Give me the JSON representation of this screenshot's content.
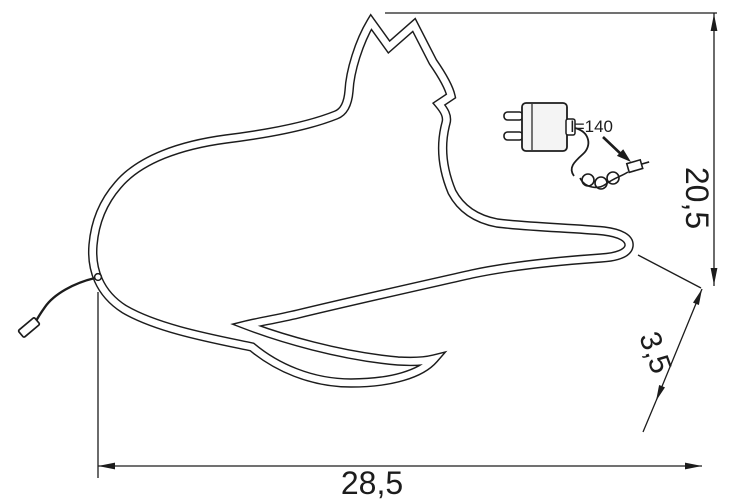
{
  "window": {
    "background": "#ffffff"
  },
  "drawing": {
    "subject": "cat-silhouette-lamp-technical-drawing",
    "line_color": "#1c1c1c"
  },
  "labels": {
    "adapter_current": "I=140",
    "height": "20,5",
    "depth": "3,5",
    "width": "28,5"
  }
}
